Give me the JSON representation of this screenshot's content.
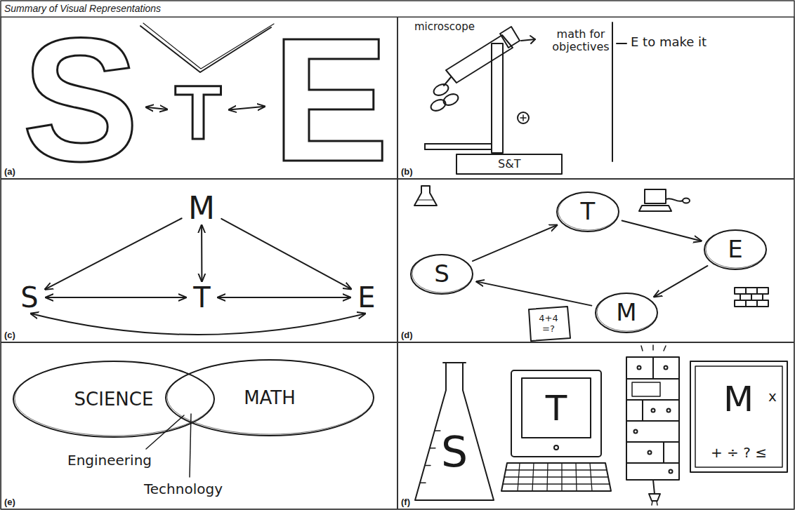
{
  "diagram": {
    "title": "Summary of Visual Representations",
    "nodes": [
      {
        "text": [
          "(a)"
        ]
      },
      {
        "text": [
          "S"
        ],
        "in": 0
      },
      {
        "text": [
          "T"
        ],
        "in": 0
      },
      {
        "text": [
          "E"
        ],
        "in": 0
      },
      {
        "text": [
          "(b)"
        ]
      },
      {
        "text": [
          "(c)"
        ]
      },
      {
        "text": [
          "M"
        ],
        "in": 5
      },
      {
        "text": [
          "S"
        ],
        "in": 5
      },
      {
        "text": [
          "T"
        ],
        "in": 5
      },
      {
        "text": [
          "E"
        ],
        "in": 5
      },
      {
        "text": [
          "(d)"
        ]
      },
      {
        "text": [
          "S"
        ],
        "in": 10
      },
      {
        "text": [
          "T"
        ],
        "in": 10
      },
      {
        "text": [
          "E"
        ],
        "in": 10
      },
      {
        "text": [
          "M"
        ],
        "in": 10
      },
      {
        "text": [
          "(e)"
        ]
      },
      {
        "text": [
          "SCIENCE"
        ],
        "in": 15
      },
      {
        "text": [
          "MATH"
        ],
        "in": 15
      },
      {
        "text": [
          "(f)"
        ]
      },
      {
        "text": [
          "S"
        ],
        "in": 18
      },
      {
        "text": [
          "T"
        ],
        "in": 18
      },
      {
        "text": [
          "M",
          "x",
          "+ ÷ ? ≤"
        ],
        "in": 18
      }
    ],
    "edges": [
      {
        "from": 1,
        "to": 2,
        "arrow": "both"
      },
      {
        "from": 2,
        "to": 3,
        "arrow": "both"
      },
      {
        "from": 6,
        "to": 7,
        "arrow": "to"
      },
      {
        "from": 6,
        "to": 8,
        "arrow": "both"
      },
      {
        "from": 6,
        "to": 9,
        "arrow": "to"
      },
      {
        "from": 7,
        "to": 8,
        "arrow": "both"
      },
      {
        "from": 8,
        "to": 9,
        "arrow": "both"
      },
      {
        "from": 7,
        "to": 9,
        "arrow": "both"
      },
      {
        "from": 11,
        "to": 12,
        "arrow": "to"
      },
      {
        "from": 12,
        "to": 13,
        "arrow": "to"
      },
      {
        "from": 13,
        "to": 14,
        "arrow": "to"
      },
      {
        "from": 14,
        "to": 11,
        "arrow": "to"
      }
    ],
    "labels": [
      "microscope",
      "math for objectives",
      "E to make it",
      "S&T",
      "4+4 =?",
      "Engineering",
      "Technology"
    ]
  }
}
